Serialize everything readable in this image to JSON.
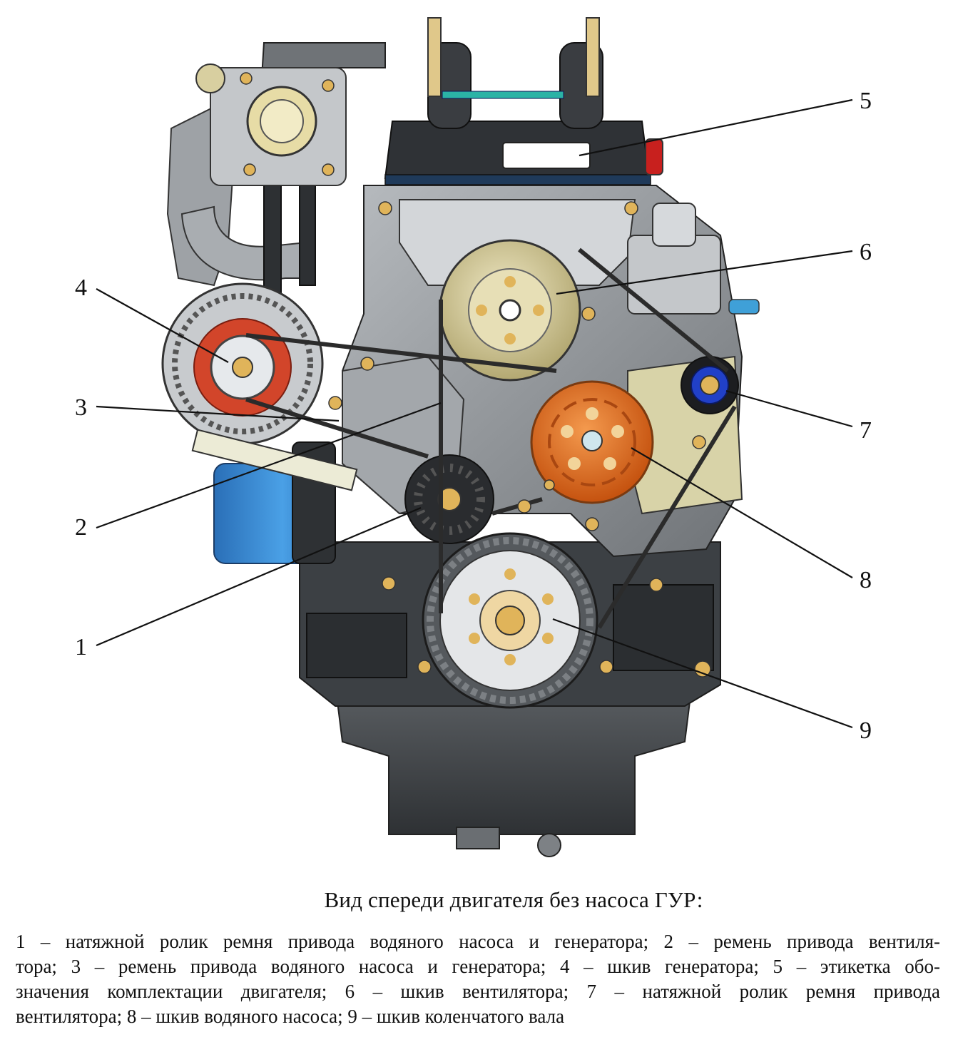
{
  "callouts": [
    "1",
    "2",
    "3",
    "4",
    "5",
    "6",
    "7",
    "8",
    "9"
  ],
  "caption": {
    "title": "Вид спереди двигателя без насоса ГУР:",
    "lines": [
      "1 – натяжной ролик ремня привода водяного насоса и генератора; 2 – ремень привода вентиля-",
      "тора; 3 – ремень привода водяного насоса и генератора; 4 – шкив генератора; 5 – этикетка обо-",
      "значения комплектации двигателя; 6 – шкив вентилятора; 7 – натяжной ролик ремня привода",
      "вентилятора; 8 – шкив водяного насоса; 9 – шкив коленчатого вала"
    ]
  },
  "colors": {
    "block": "#8e9296",
    "block_dark": "#4a4e52",
    "aluminium": "#c9cccf",
    "pulley_brass": "#cfc69a",
    "water_pump": "#e06a1e",
    "alternator_red": "#d2452a",
    "oil_filter": "#3a86cf",
    "roller_blue": "#2140c8",
    "bolt_gold": "#e0b45a"
  }
}
